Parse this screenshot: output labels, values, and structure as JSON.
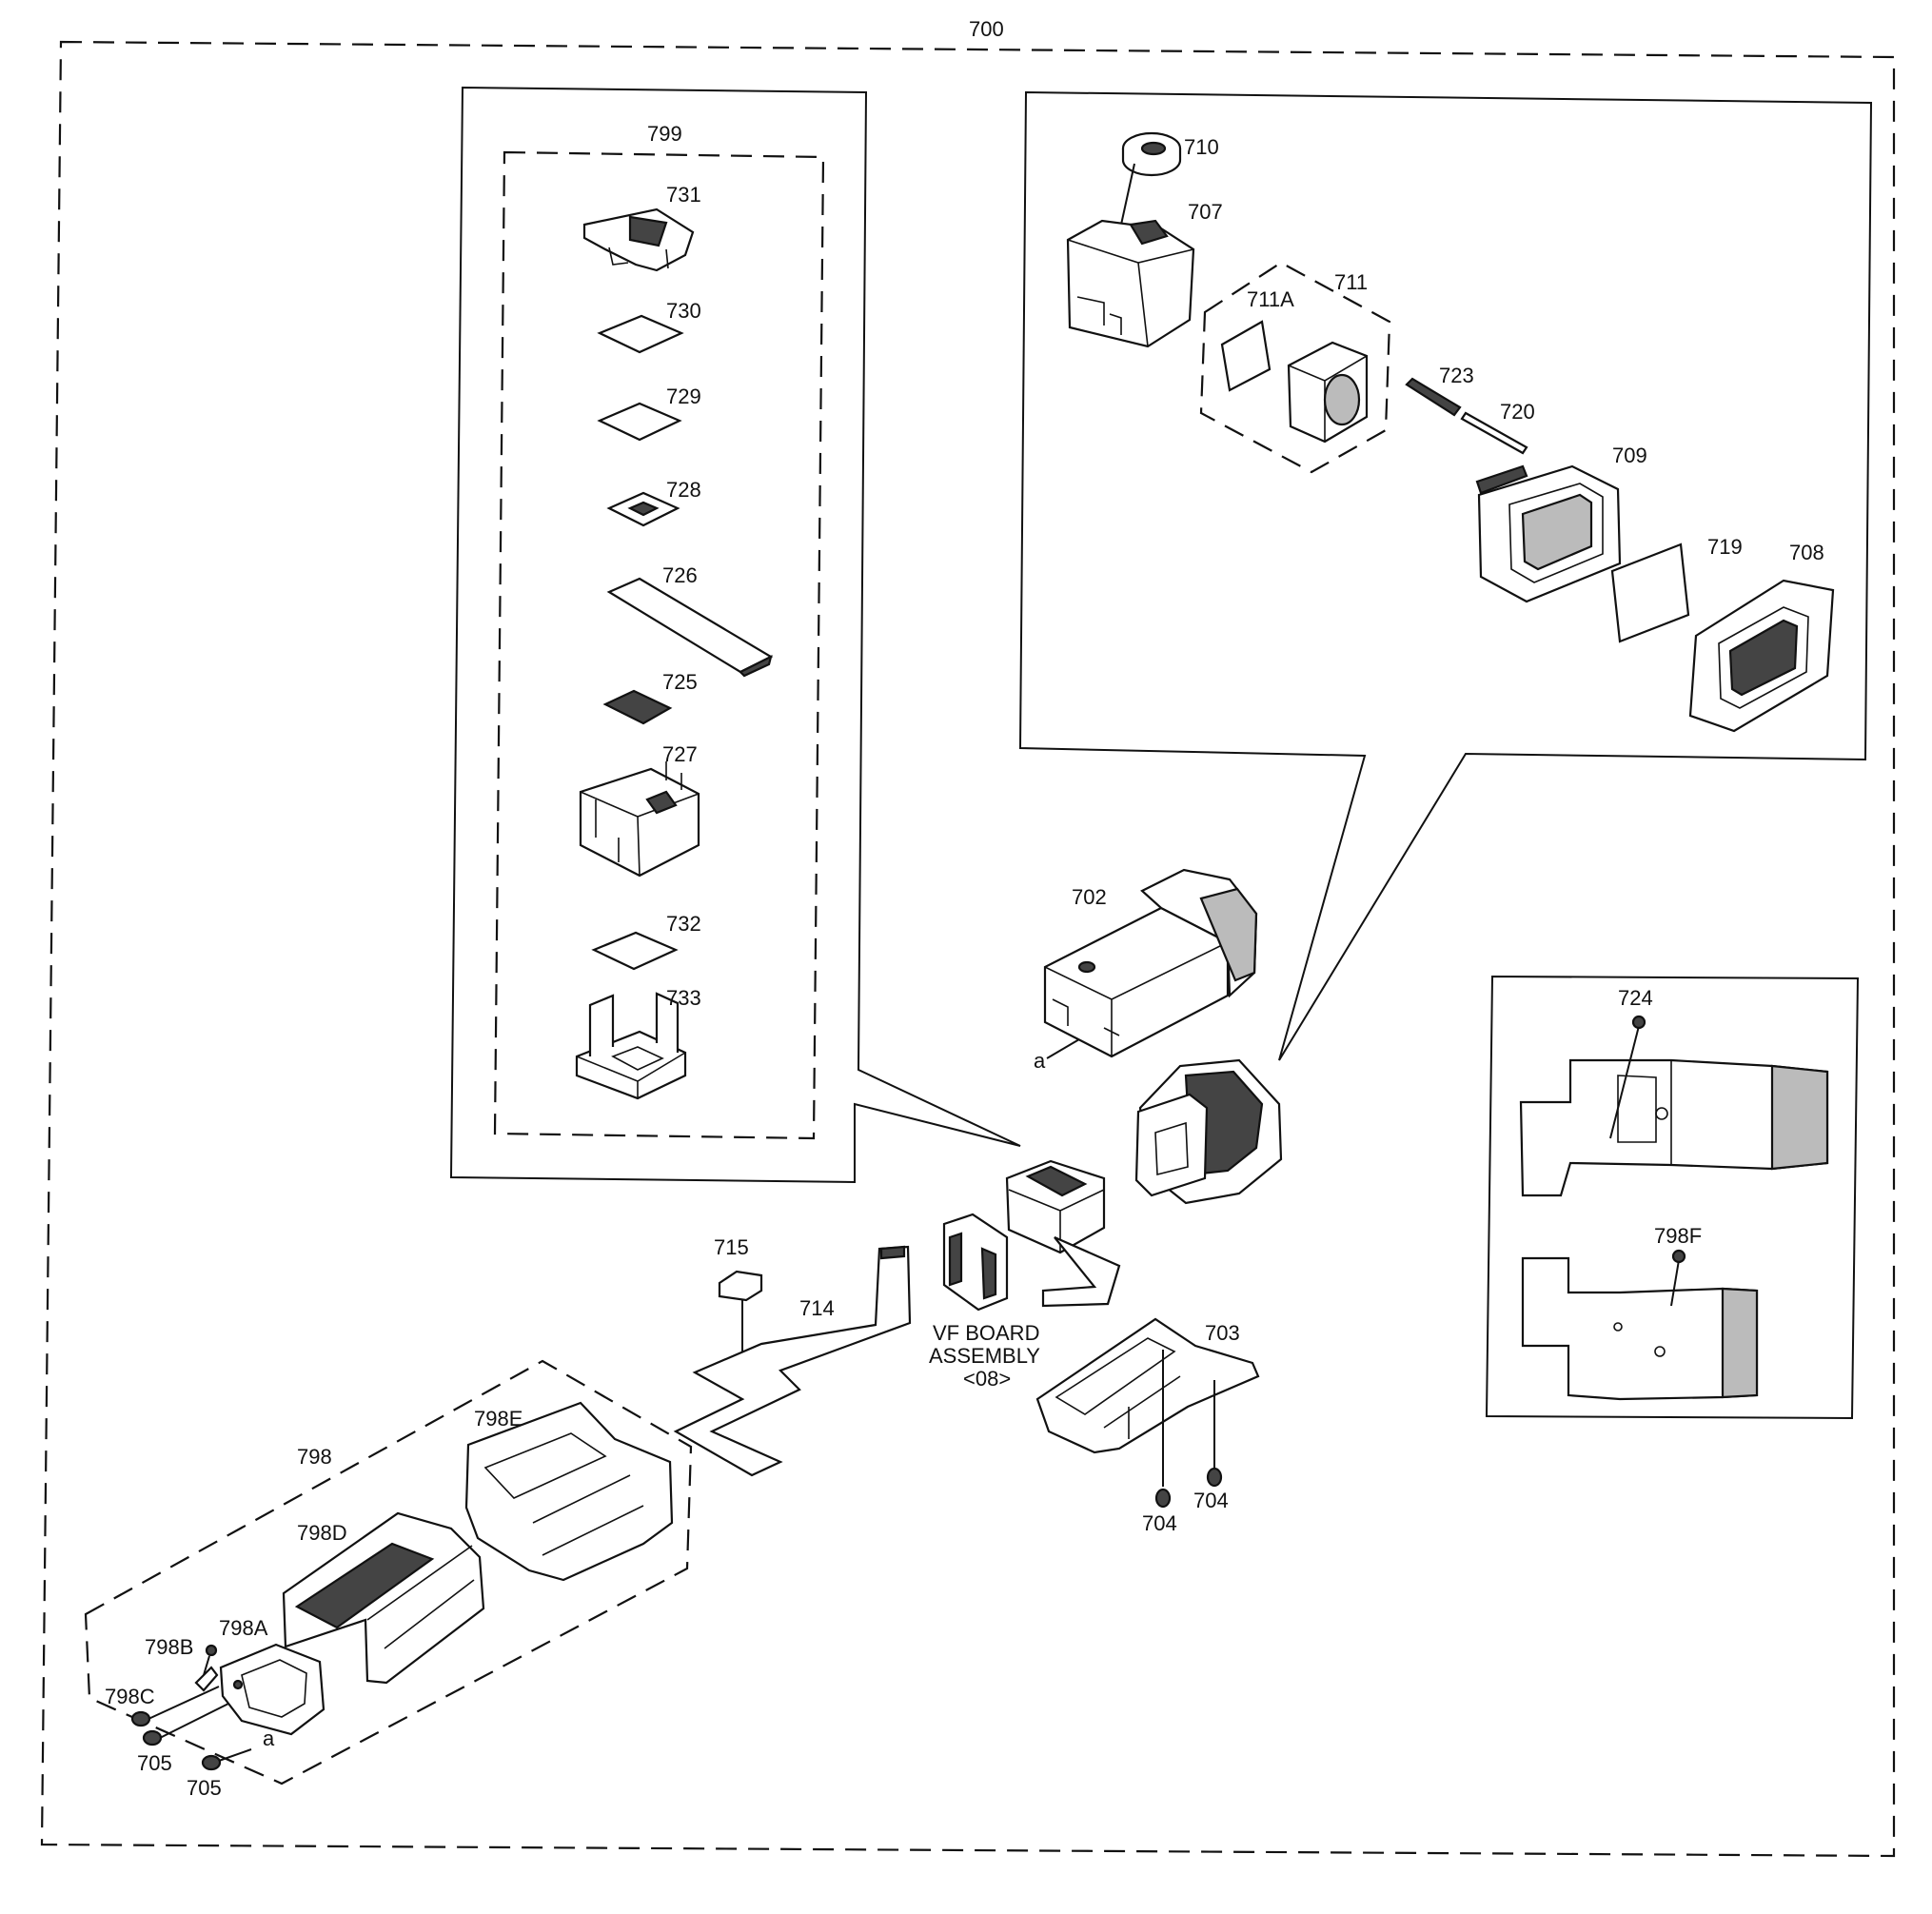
{
  "labels": {
    "l700": "700",
    "l799": "799",
    "l731": "731",
    "l730": "730",
    "l729": "729",
    "l728": "728",
    "l726": "726",
    "l725": "725",
    "l727": "727",
    "l732": "732",
    "l733": "733",
    "l710": "710",
    "l707": "707",
    "l711": "711",
    "l711a": "711A",
    "l723": "723",
    "l720": "720",
    "l709": "709",
    "l719": "719",
    "l708": "708",
    "l702": "702",
    "la1": "a",
    "l724": "724",
    "l798f": "798F",
    "l715": "715",
    "l714": "714",
    "vf1": "VF BOARD",
    "vf2": "ASSEMBLY",
    "vf3": "<08>",
    "l703": "703",
    "l704a": "704",
    "l704b": "704",
    "l798": "798",
    "l798e": "798E",
    "l798d": "798D",
    "l798a": "798A",
    "l798b": "798B",
    "l798c": "798C",
    "l705a": "705",
    "l705b": "705",
    "la2": "a"
  }
}
